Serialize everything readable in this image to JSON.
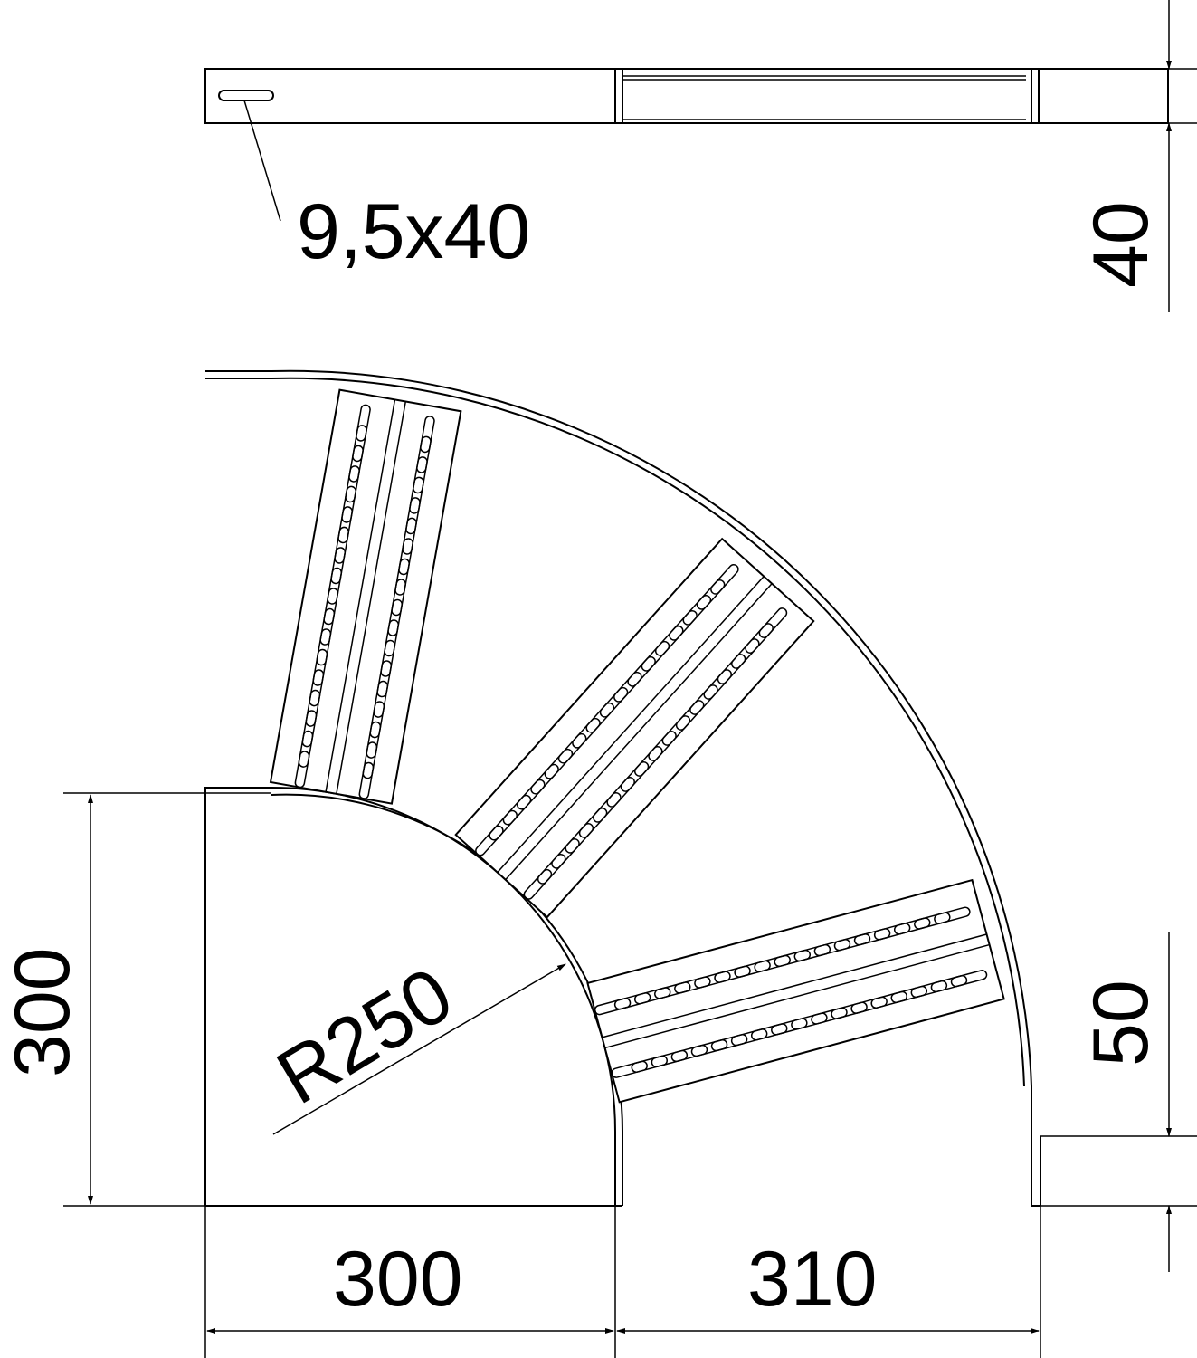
{
  "labels": {
    "slot_size": "9,5x40",
    "side_height": "40",
    "overall_height": "300",
    "radius": "R250",
    "flange_height": "50",
    "inner_width": "300",
    "outer_offset": "310"
  }
}
